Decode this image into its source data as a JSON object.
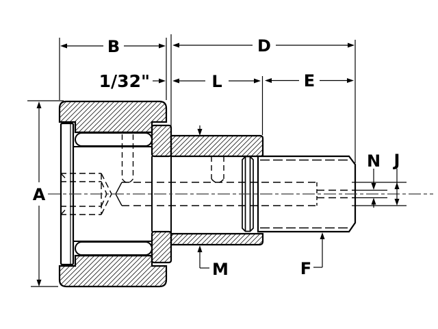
{
  "drawing": {
    "labels": {
      "a": "A",
      "b": "B",
      "d": "D",
      "l": "L",
      "e": "E",
      "n": "N",
      "j": "J",
      "m": "M",
      "f": "F",
      "gap": "1/32\""
    },
    "colors": {
      "line": "#000000",
      "background": "#ffffff",
      "centerline": "#3a3a3a"
    }
  }
}
